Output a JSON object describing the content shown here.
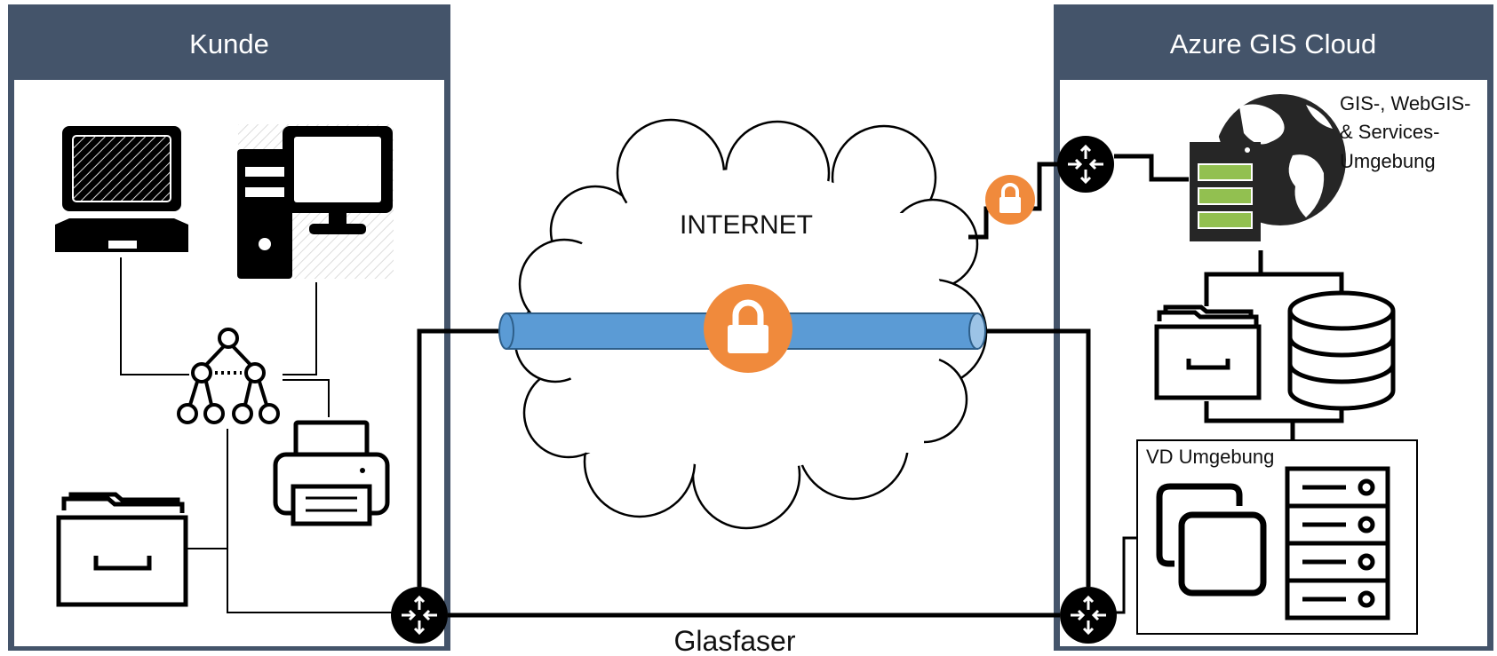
{
  "customer_panel": {
    "title": "Kunde"
  },
  "cloud_panel": {
    "title": "Azure GIS Cloud"
  },
  "internet": {
    "label": "INTERNET"
  },
  "fiber": {
    "label": "Glasfaser"
  },
  "gis_env": {
    "line1": "GIS-, WebGIS-",
    "line2": "& Services-",
    "line3": "Umgebung"
  },
  "vd_env": {
    "label": "VD Umgebung"
  },
  "colors": {
    "panel_header": "#44546a",
    "tunnel": "#5b9bd5",
    "lock": "#f08a3c",
    "server_slot": "#92c050",
    "line": "#000000"
  },
  "icons": [
    "laptop-icon",
    "desktop-computer-icon",
    "network-hierarchy-icon",
    "printer-icon",
    "file-cabinet-icon",
    "router-icon",
    "globe-icon",
    "server-icon",
    "database-icon",
    "virtual-desktop-icon",
    "server-rack-icon",
    "lock-icon",
    "cloud-shape"
  ]
}
